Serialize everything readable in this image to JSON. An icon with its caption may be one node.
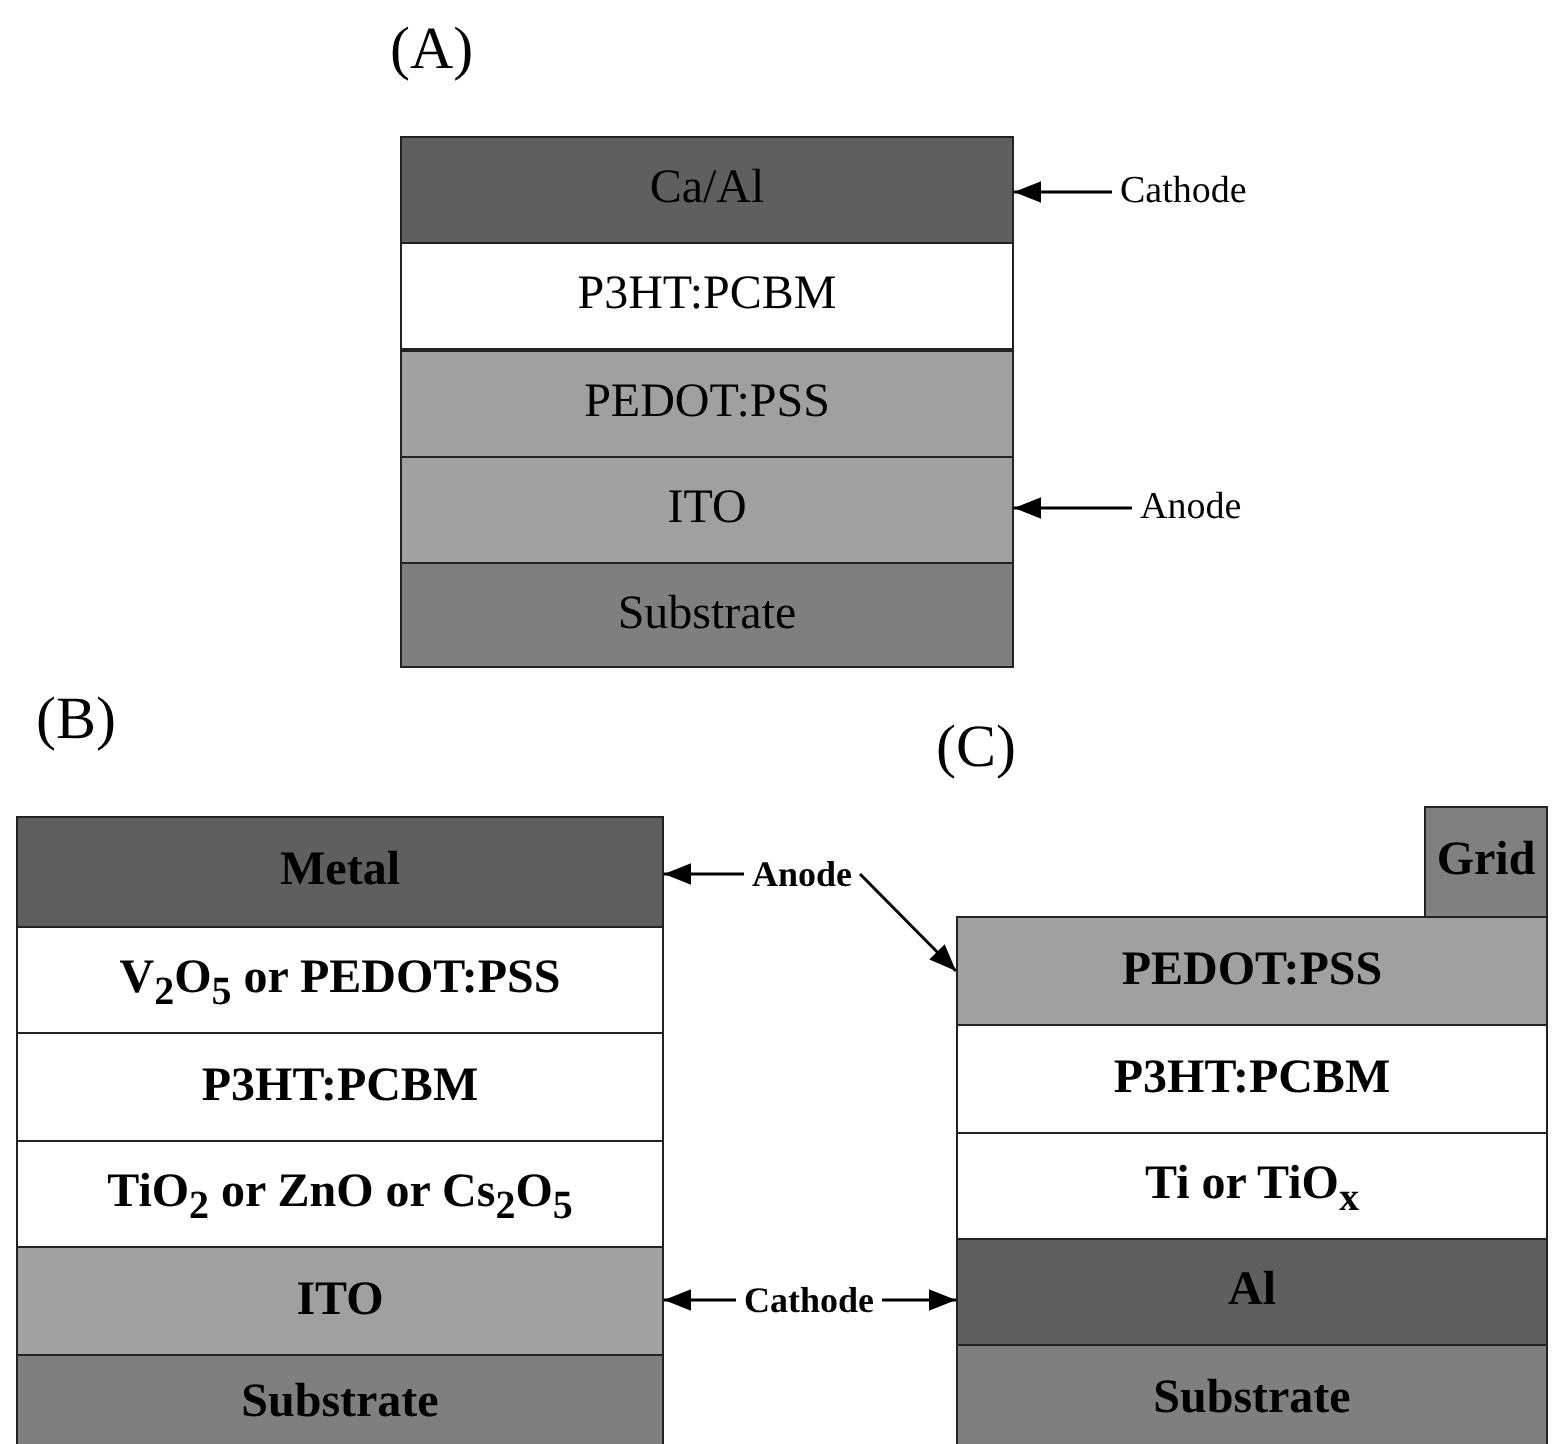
{
  "diagram": {
    "nodes": [
      {
        "text": [
          "Ca/Al"
        ]
      },
      {
        "text": [
          "P3HT:PCBM"
        ]
      },
      {
        "text": [
          "PEDOT:PSS"
        ]
      },
      {
        "text": [
          "ITO"
        ]
      },
      {
        "text": [
          "Substrate"
        ]
      },
      {
        "text": [
          "Cathode"
        ]
      },
      {
        "text": [
          "Anode"
        ]
      },
      {
        "text": [
          "Metal"
        ]
      },
      {
        "text": [
          "V$_{2}$O$_{5}$ or PEDOT:PSS"
        ]
      },
      {
        "text": [
          "P3HT:PCBM"
        ]
      },
      {
        "text": [
          "TiO$_{2}$ or ZnO or Cs$_{2}$O$_{5}$"
        ]
      },
      {
        "text": [
          "ITO"
        ]
      },
      {
        "text": [
          "Substrate"
        ]
      },
      {
        "text": [
          "Anode"
        ]
      },
      {
        "text": [
          "Cathode"
        ]
      },
      {
        "text": [
          "Grid"
        ]
      },
      {
        "text": [
          "PEDOT:PSS"
        ]
      },
      {
        "text": [
          "P3HT:PCBM"
        ]
      },
      {
        "text": [
          "Ti or TiO$_{x}$"
        ]
      },
      {
        "text": [
          "Al"
        ]
      },
      {
        "text": [
          "Substrate"
        ]
      }
    ],
    "edges": [
      {
        "from": 5,
        "to": 0,
        "arrow": "to"
      },
      {
        "from": 6,
        "to": 3,
        "arrow": "to"
      },
      {
        "from": 13,
        "to": 7,
        "arrow": "to"
      },
      {
        "from": 13,
        "to": 16,
        "arrow": "to"
      },
      {
        "from": 14,
        "to": 11,
        "arrow": "to"
      },
      {
        "from": 14,
        "to": 19,
        "arrow": "to"
      }
    ],
    "labels": [
      "(A)",
      "(B)",
      "(C)"
    ]
  }
}
